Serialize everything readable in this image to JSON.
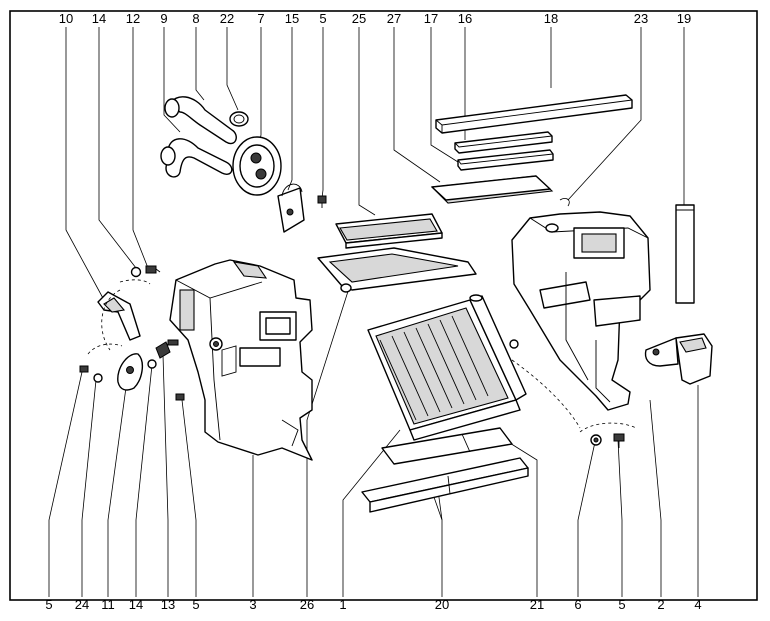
{
  "diagram": {
    "top_labels": [
      "10",
      "14",
      "12",
      "9",
      "8",
      "22",
      "7",
      "15",
      "5",
      "25",
      "27",
      "17",
      "16",
      "18",
      "23",
      "19"
    ],
    "bottom_labels": [
      "5",
      "24",
      "11",
      "14",
      "13",
      "5",
      "3",
      "26",
      "1",
      "20",
      "21",
      "6",
      "5",
      "2",
      "4"
    ]
  }
}
